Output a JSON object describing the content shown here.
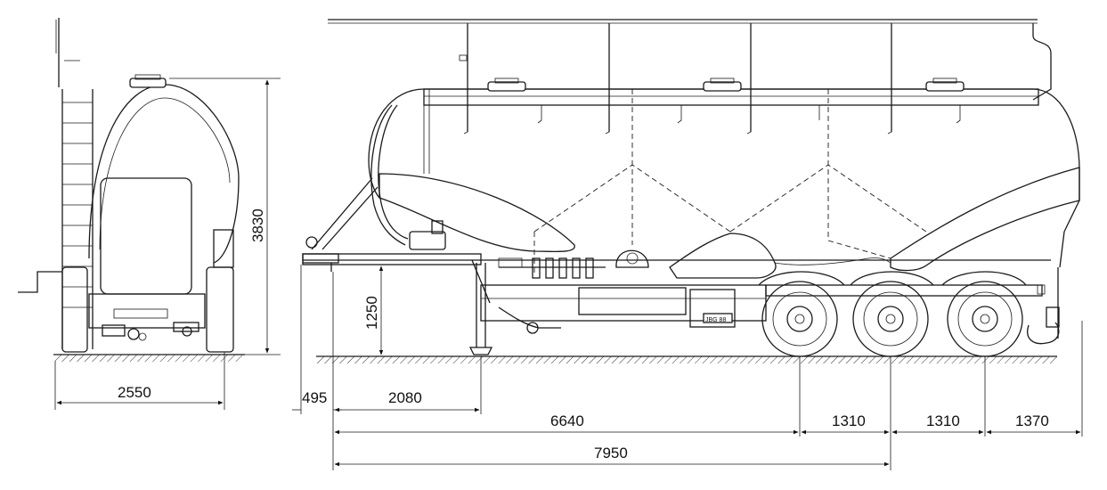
{
  "dimensions": {
    "front_width": "2550",
    "overall_height": "3830",
    "coupling_height": "1250",
    "front_overhang": "495",
    "kingpin_to_leg": "2080",
    "kingpin_to_first_axle": "6640",
    "axle_spacing_1": "1310",
    "axle_spacing_2": "1310",
    "rear_overhang": "1370",
    "kingpin_to_middle_axle": "7950"
  },
  "plate_text": "JBG 88",
  "colors": {
    "line": "#1a1a1a",
    "background": "#ffffff"
  }
}
